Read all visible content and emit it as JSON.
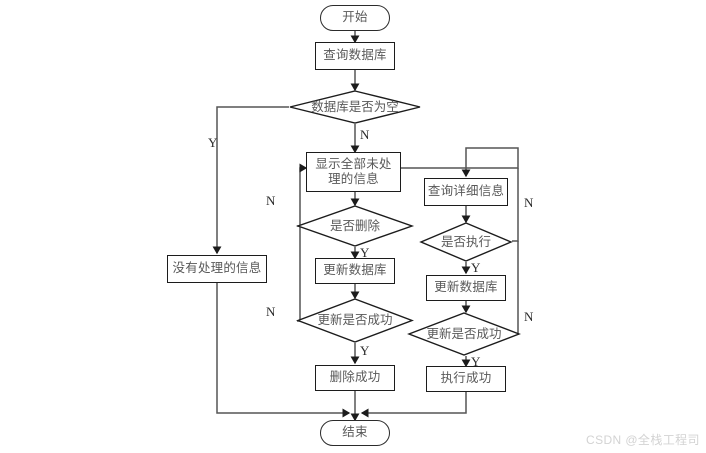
{
  "diagram": {
    "title_watermark": "CSDN @全栈工程司",
    "nodes": {
      "start": {
        "label": "开始",
        "shape": "terminator"
      },
      "query_db": {
        "label": "查询数据库",
        "shape": "process"
      },
      "db_empty": {
        "label": "数据库是否为空",
        "shape": "decision"
      },
      "no_pending_info": {
        "label": "没有处理的信息",
        "shape": "process"
      },
      "show_all_unprocessed": {
        "label": "显示全部未处\n理的信息",
        "shape": "process"
      },
      "confirm_delete": {
        "label": "是否删除",
        "shape": "decision"
      },
      "update_db_left": {
        "label": "更新数据库",
        "shape": "process"
      },
      "update_ok_left": {
        "label": "更新是否成功",
        "shape": "decision"
      },
      "delete_success": {
        "label": "删除成功",
        "shape": "process"
      },
      "query_detail": {
        "label": "查询详细信息",
        "shape": "process"
      },
      "confirm_execute": {
        "label": "是否执行",
        "shape": "decision"
      },
      "update_db_right": {
        "label": "更新数据库",
        "shape": "process"
      },
      "update_ok_right": {
        "label": "更新是否成功",
        "shape": "decision"
      },
      "execute_success": {
        "label": "执行成功",
        "shape": "process"
      },
      "end": {
        "label": "结束",
        "shape": "terminator"
      }
    },
    "edge_labels": {
      "db_empty_yes": "Y",
      "db_empty_no": "N",
      "confirm_delete_no": "N",
      "confirm_delete_yes": "Y",
      "update_ok_left_no": "N",
      "update_ok_left_yes": "Y",
      "confirm_execute_no": "N",
      "confirm_execute_yes": "Y",
      "update_ok_right_no": "N",
      "update_ok_right_yes": "Y"
    },
    "colors": {
      "stroke": "#1c1c1c",
      "line": "#4d4d4d",
      "text": "#595959",
      "background": "#ffffff",
      "watermark": "#d3d3d3"
    }
  }
}
